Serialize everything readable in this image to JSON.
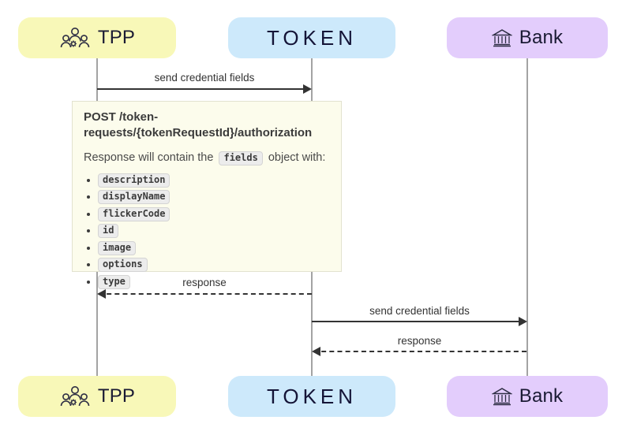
{
  "diagram": {
    "type": "sequence-diagram",
    "actors": [
      {
        "id": "tpp",
        "label": "TPP",
        "icon": "users-gear-icon",
        "bg": "#f8f8b8",
        "text_color": "#1a1a33"
      },
      {
        "id": "token",
        "label": "TOKEN",
        "icon": "none",
        "bg": "#cde9fb",
        "text_color": "#141437"
      },
      {
        "id": "bank",
        "label": "Bank",
        "icon": "bank-icon",
        "bg": "#e3cdfc",
        "text_color": "#1a1a33"
      }
    ],
    "messages": [
      {
        "from": "tpp",
        "to": "token",
        "label": "send credential fields",
        "style": "solid"
      },
      {
        "from": "token",
        "to": "tpp",
        "label": "response",
        "style": "dashed"
      },
      {
        "from": "token",
        "to": "bank",
        "label": "send credential fields",
        "style": "solid"
      },
      {
        "from": "bank",
        "to": "token",
        "label": "response",
        "style": "dashed"
      }
    ],
    "note": {
      "title": "POST /token-requests/{tokenRequestId}/authorization",
      "body_prefix": "Response will contain the",
      "body_code": "fields",
      "body_suffix": "object with:",
      "items": [
        "description",
        "displayName",
        "flickerCode",
        "id",
        "image",
        "options",
        "type"
      ],
      "bg": "#fcfcec"
    },
    "colors": {
      "background": "#ffffff",
      "lifeline": "#a3a3a3",
      "arrow": "#333333",
      "label_text": "#333333",
      "chip_bg": "#ececec"
    }
  }
}
